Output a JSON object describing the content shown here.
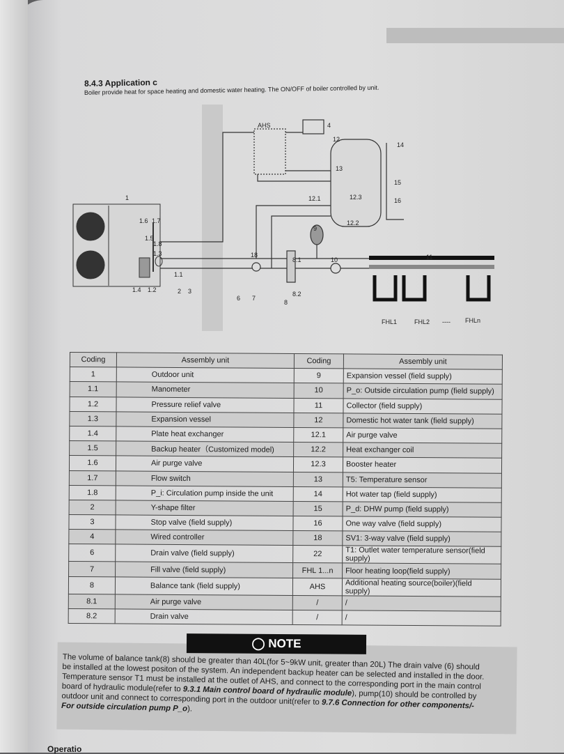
{
  "section": {
    "title": "8.4.3 Application c",
    "subtitle": "Boiler provide heat for space heating and domestic water heating. The ON/OFF of boiler controlled by unit."
  },
  "diagram": {
    "labels": [
      "1",
      "1.6",
      "1.7",
      "1.5",
      "1.8",
      "1.3",
      "1.1",
      "1.4",
      "1.2",
      "2",
      "3",
      "AHS",
      "4",
      "12",
      "13",
      "14",
      "15",
      "16",
      "12.1",
      "12.3",
      "12.2",
      "9",
      "18",
      "8.1",
      "10",
      "11",
      "6",
      "7",
      "8.2",
      "8",
      "FHL1",
      "FHL2",
      "----",
      "FHLn"
    ]
  },
  "table": {
    "headers": [
      "Coding",
      "Assembly unit",
      "Coding",
      "Assembly unit"
    ],
    "rows": [
      [
        "1",
        "Outdoor unit",
        "9",
        "Expansion vessel (field supply)"
      ],
      [
        "1.1",
        "Manometer",
        "10",
        "P_o: Outside circulation pump (field supply)"
      ],
      [
        "1.2",
        "Pressure relief valve",
        "11",
        "Collector (field supply)"
      ],
      [
        "1.3",
        "Expansion vessel",
        "12",
        "Domestic hot water tank (field supply)"
      ],
      [
        "1.4",
        "Plate heat exchanger",
        "12.1",
        "Air purge valve"
      ],
      [
        "1.5",
        "Backup heater（Customized model)",
        "12.2",
        "Heat exchanger coil"
      ],
      [
        "1.6",
        "Air purge valve",
        "12.3",
        "Booster heater"
      ],
      [
        "1.7",
        "Flow switch",
        "13",
        "T5: Temperature sensor"
      ],
      [
        "1.8",
        "P_i: Circulation pump inside the unit",
        "14",
        "Hot water tap (field supply)"
      ],
      [
        "2",
        "Y-shape filter",
        "15",
        "P_d: DHW pump (field supply)"
      ],
      [
        "3",
        "Stop valve (field supply)",
        "16",
        "One way valve (field supply)"
      ],
      [
        "4",
        "Wired controller",
        "18",
        "SV1: 3-way valve (field supply)"
      ],
      [
        "6",
        "Drain valve (field supply)",
        "22",
        "T1: Outlet water temperature sensor(field supply)"
      ],
      [
        "7",
        "Fill valve (field supply)",
        "FHL 1...n",
        "Floor heating loop(field supply)"
      ],
      [
        "8",
        "Balance tank (field supply)",
        "AHS",
        "Additional heating source(boiler)(field supply)"
      ],
      [
        "8.1",
        "Air purge valve",
        "/",
        "/"
      ],
      [
        "8.2",
        "Drain valve",
        "/",
        "/"
      ]
    ]
  },
  "note": {
    "title": "NOTE",
    "lines": [
      "The volume of balance tank(8) should be greater than 40L(for 5~9kW unit, greater than 20L) The drain valve (6) should",
      "be installed at the lowest positon of the system. An independent backup heater can be selected and installed in the door.",
      "Temperature sensor T1 must be installed at the outlet of AHS, and connect to the corresponding port in the main control",
      "board of hydraulic module(refer to ",
      "9.3.1 Main control board of hydraulic module",
      "),  pump(10) should be controlled by",
      "outdoor unit and connect to corresponding port in the outdoor unit(refer to ",
      "9.7.6 Connection for other components/-",
      "For outside circulation pump P_o",
      ")."
    ]
  },
  "footer": "Operatio"
}
